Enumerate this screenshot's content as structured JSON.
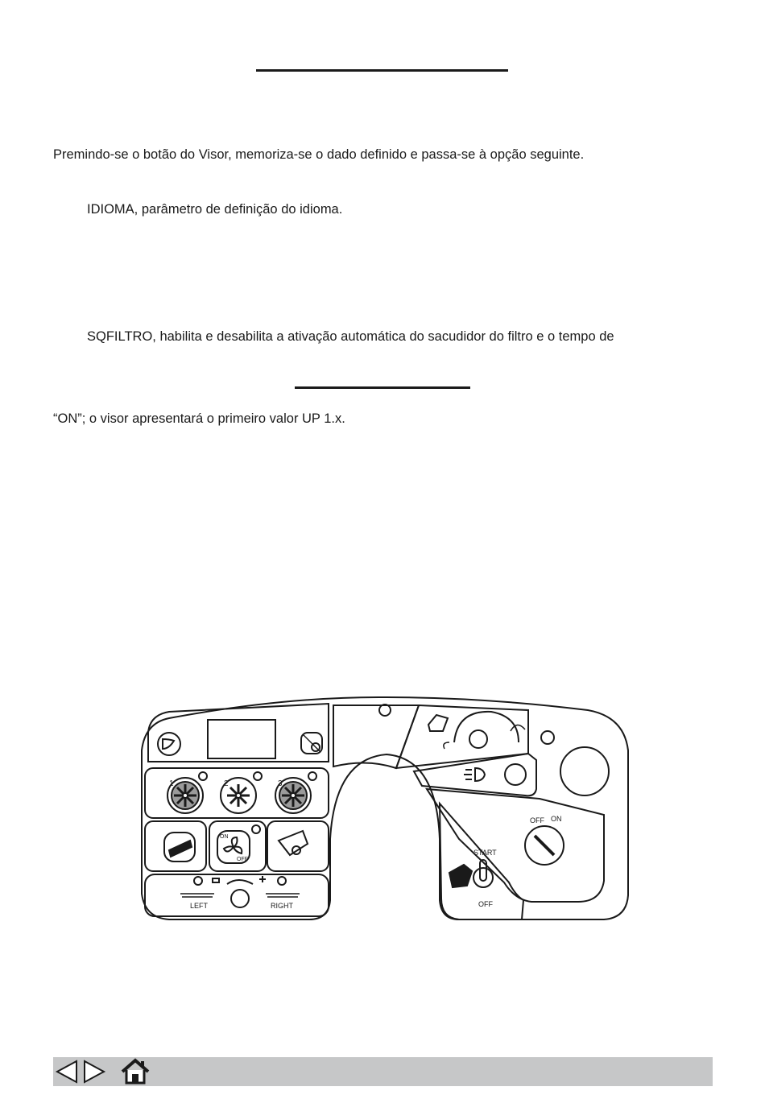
{
  "content": {
    "intro": "Premindo-se o botão do Visor, memoriza-se o dado definido e passa-se à opção seguinte.",
    "idioma_item": "IDIOMA, parâmetro de definição do idioma.",
    "sqfiltro_item": "SQFILTRO, habilita e desabilita a ativação automática do sacudidor do filtro e o tempo de",
    "on_note": "“ON”; o visor apresentará o primeiro valor UP 1.x."
  },
  "panel": {
    "fan_labels": [
      "1",
      "2",
      "3"
    ],
    "fan_on": "ON",
    "fan_off": "OFF",
    "key_off": "OFF",
    "key_on": "ON",
    "start_label": "START",
    "start_off": "OFF",
    "left_label": "LEFT",
    "right_label": "RIGHT"
  },
  "icons": {
    "prev": "arrow-left-icon",
    "next": "arrow-right-icon",
    "home": "home-icon"
  }
}
